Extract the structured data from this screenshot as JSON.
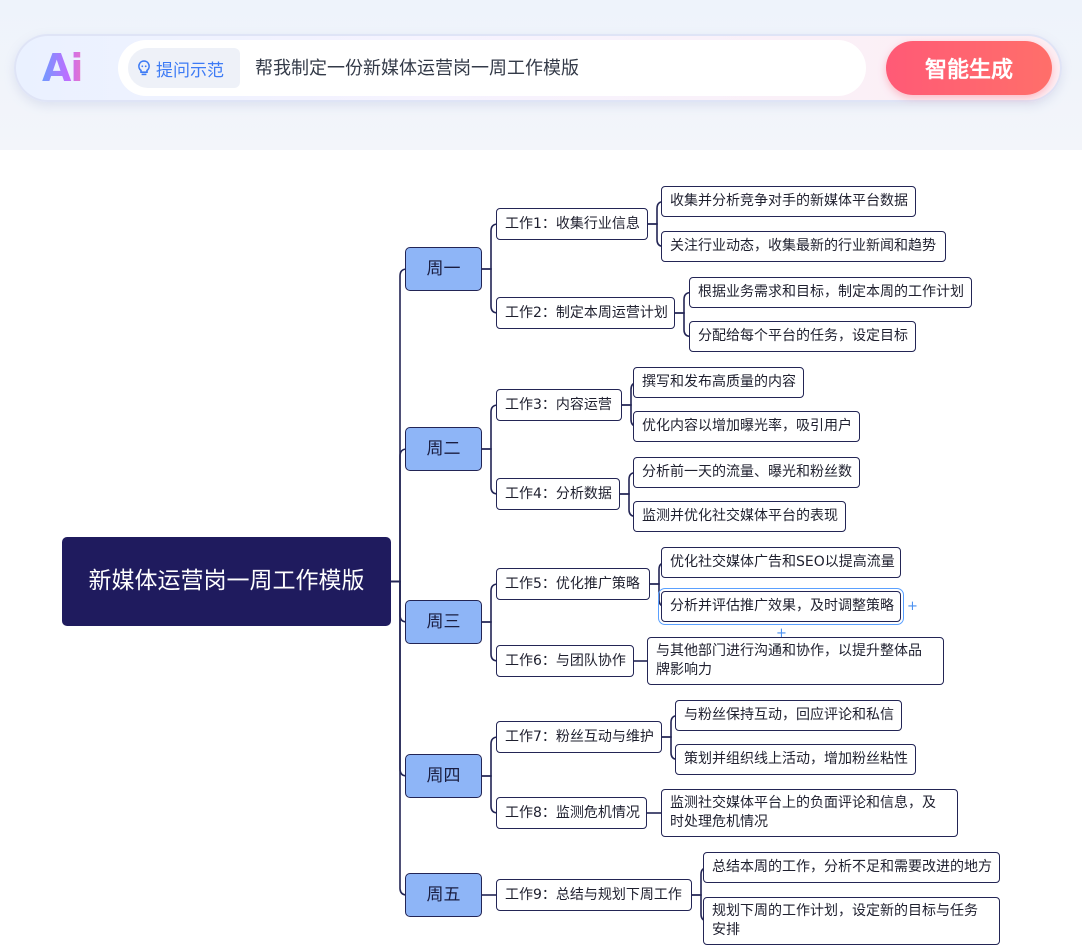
{
  "toolbar": {
    "logo_text": "Ai",
    "hint_label": "提问示范",
    "prompt": "帮我制定一份新媒体运营岗一周工作模版",
    "generate_label": "智能生成"
  },
  "mindmap": {
    "root": "新媒体运营岗一周工作模版",
    "days": [
      {
        "label": "周一",
        "tasks": [
          {
            "label": "工作1：收集行业信息",
            "items": [
              "收集并分析竞争对手的新媒体平台数据",
              "关注行业动态，收集最新的行业新闻和趋势"
            ]
          },
          {
            "label": "工作2：制定本周运营计划",
            "items": [
              "根据业务需求和目标，制定本周的工作计划",
              "分配给每个平台的任务，设定目标"
            ]
          }
        ]
      },
      {
        "label": "周二",
        "tasks": [
          {
            "label": "工作3：内容运营",
            "items": [
              "撰写和发布高质量的内容",
              "优化内容以增加曝光率，吸引用户"
            ]
          },
          {
            "label": "工作4：分析数据",
            "items": [
              "分析前一天的流量、曝光和粉丝数",
              "监测并优化社交媒体平台的表现"
            ]
          }
        ]
      },
      {
        "label": "周三",
        "tasks": [
          {
            "label": "工作5：优化推广策略",
            "items": [
              "优化社交媒体广告和SEO以提高流量",
              "分析并评估推广效果，及时调整策略"
            ]
          },
          {
            "label": "工作6：与团队协作",
            "items": [
              "与其他部门进行沟通和协作，以提升整体品牌影响力"
            ]
          }
        ]
      },
      {
        "label": "周四",
        "tasks": [
          {
            "label": "工作7：粉丝互动与维护",
            "items": [
              "与粉丝保持互动，回应评论和私信",
              "策划并组织线上活动，增加粉丝粘性"
            ]
          },
          {
            "label": "工作8：监测危机情况",
            "items": [
              "监测社交媒体平台上的负面评论和信息，及时处理危机情况"
            ]
          }
        ]
      },
      {
        "label": "周五",
        "tasks": [
          {
            "label": "工作9：总结与规划下周工作",
            "items": [
              "总结本周的工作，分析不足和需要改进的地方",
              "规划下周的工作计划，设定新的目标与任务安排"
            ]
          }
        ]
      }
    ]
  },
  "icons": {
    "hint": "lightbulb-icon",
    "add": "plus-icon"
  },
  "colors": {
    "root_bg": "#1f1b5e",
    "day_bg": "#8eb5f7",
    "line": "#232555",
    "generate_bg": "#ff5a76",
    "hint_text": "#3d7bf5"
  }
}
